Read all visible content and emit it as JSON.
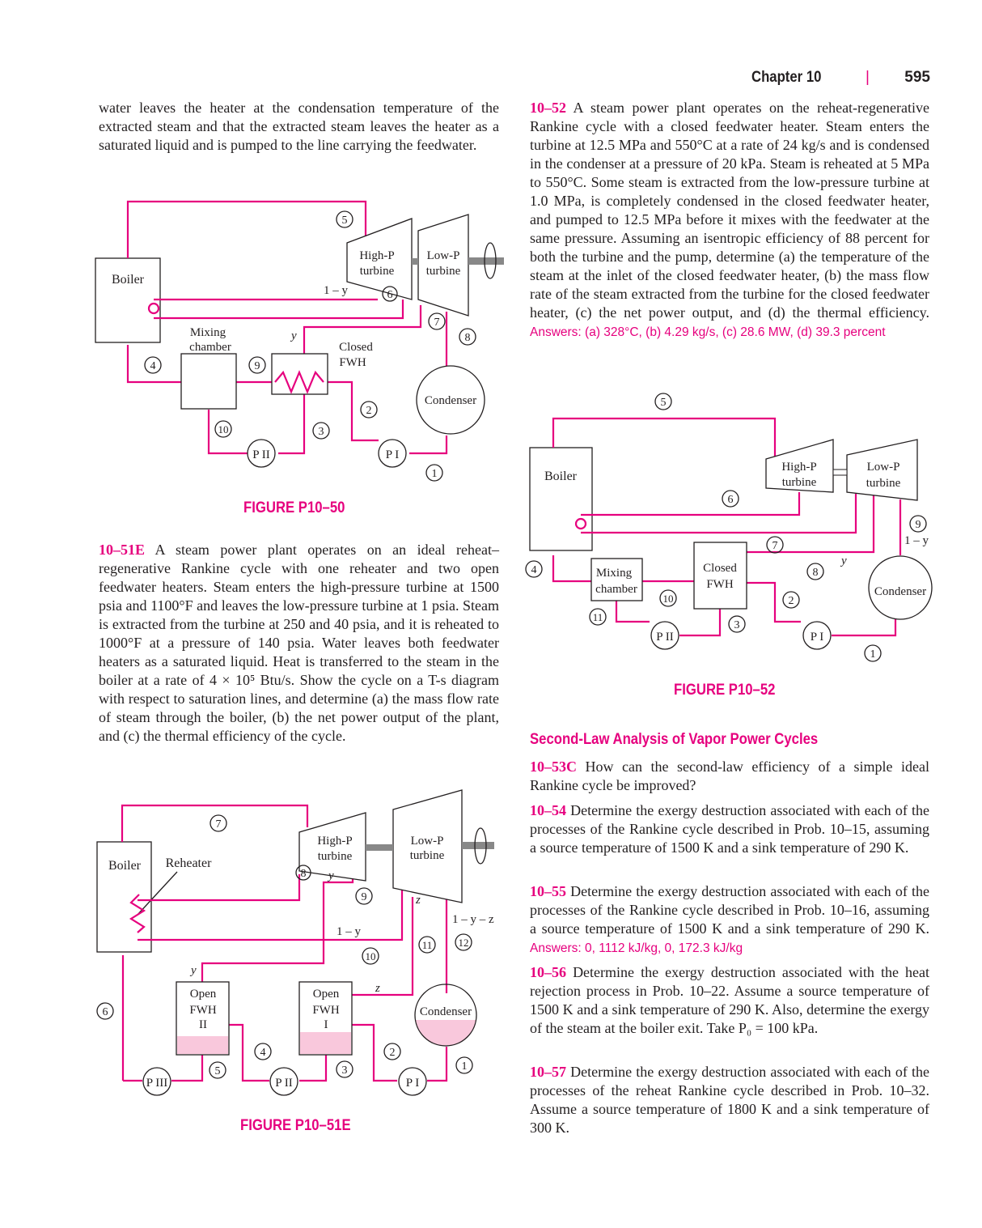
{
  "header": {
    "chapter": "Chapter 10",
    "separator": "|",
    "page": "595"
  },
  "left_intro": "water leaves the heater at the condensation temperature of the extracted steam and that the extracted steam leaves the heater as a saturated liquid and is pumped to the line carrying the feedwater.",
  "fig50": {
    "caption": "FIGURE P10–50",
    "labels": {
      "boiler": "Boiler",
      "hp1": "High-P",
      "hp2": "turbine",
      "lp1": "Low-P",
      "lp2": "turbine",
      "mix1": "Mixing",
      "mix2": "chamber",
      "fwh1": "Closed",
      "fwh2": "FWH",
      "condenser": "Condenser",
      "p1": "P I",
      "p2": "P II",
      "one_minus_y": "1 – y",
      "y": "y"
    },
    "states": [
      "1",
      "2",
      "3",
      "4",
      "5",
      "6",
      "7",
      "8",
      "9",
      "10"
    ]
  },
  "p51": {
    "num": "10–51E",
    "text": "A steam power plant operates on an ideal reheat–regenerative Rankine cycle with one reheater and two open feedwater heaters. Steam enters the high-pressure turbine at 1500 psia and 1100°F and leaves the low-pressure turbine at 1 psia. Steam is extracted from the turbine at 250 and 40 psia, and it is reheated to 1000°F at a pressure of 140 psia. Water leaves both feedwater heaters as a saturated liquid. Heat is transferred to the steam in the boiler at a rate of 4 × 10⁵ Btu/s. Show the cycle on a T-s diagram with respect to saturation lines, and determine (a) the mass flow rate of steam through the boiler, (b) the net power output of the plant, and (c) the thermal efficiency of the cycle."
  },
  "fig51": {
    "caption": "FIGURE P10–51E",
    "labels": {
      "boiler": "Boiler",
      "reheater": "Reheater",
      "hp1": "High-P",
      "hp2": "turbine",
      "lp1": "Low-P",
      "lp2": "turbine",
      "ofwh2a": "Open",
      "ofwh2b": "FWH",
      "ofwh2c": "II",
      "ofwh1a": "Open",
      "ofwh1b": "FWH",
      "ofwh1c": "I",
      "condenser": "Condenser",
      "p1": "P I",
      "p2": "P II",
      "p3": "P III",
      "y": "y",
      "z": "z",
      "one_minus_y": "1 – y",
      "one_minus_y_z": "1 – y – z"
    },
    "states": [
      "1",
      "2",
      "3",
      "4",
      "5",
      "6",
      "7",
      "8",
      "9",
      "10",
      "11",
      "12"
    ]
  },
  "p52": {
    "num": "10–52",
    "text": "A steam power plant operates on the reheat-regenerative Rankine cycle with a closed feedwater heater. Steam enters the turbine at 12.5 MPa and 550°C at a rate of 24 kg/s and is condensed in the condenser at a pressure of 20 kPa. Steam is reheated at 5 MPa to 550°C. Some steam is extracted from the low-pressure turbine at 1.0 MPa, is completely condensed in the closed feedwater heater, and pumped to 12.5 MPa before it mixes with the feedwater at the same pressure. Assuming an isentropic efficiency of 88 percent for both the turbine and the pump, determine (a) the temperature of the steam at the inlet of the closed feedwater heater, (b) the mass flow rate of the steam extracted from the turbine for the closed feedwater heater, (c) the net power output, and (d) the thermal efficiency.",
    "answers": "Answers: (a) 328°C, (b) 4.29 kg/s, (c) 28.6 MW, (d) 39.3 percent"
  },
  "fig52": {
    "caption": "FIGURE P10–52",
    "labels": {
      "boiler": "Boiler",
      "hp1": "High-P",
      "hp2": "turbine",
      "lp1": "Low-P",
      "lp2": "turbine",
      "mix1": "Mixing",
      "mix2": "chamber",
      "fwh1": "Closed",
      "fwh2": "FWH",
      "condenser": "Condenser",
      "p1": "P I",
      "p2": "P II",
      "one_minus_y": "1 – y",
      "y": "y"
    },
    "states": [
      "1",
      "2",
      "3",
      "4",
      "5",
      "6",
      "7",
      "8",
      "9",
      "10",
      "11"
    ]
  },
  "section_title": "Second-Law Analysis of Vapor Power Cycles",
  "p53": {
    "num": "10–53C",
    "text": "How can the second-law efficiency of a simple ideal Rankine cycle be improved?"
  },
  "p54": {
    "num": "10–54",
    "text": "Determine the exergy destruction associated with each of the processes of the Rankine cycle described in Prob. 10–15, assuming a source temperature of 1500 K and a sink temperature of 290 K."
  },
  "p55": {
    "num": "10–55",
    "text": "Determine the exergy destruction associated with each of the processes of the Rankine cycle described in Prob. 10–16, assuming a source temperature of 1500 K and a sink temperature of 290 K.",
    "answers": "Answers: 0, 1112 kJ/kg, 0, 172.3 kJ/kg"
  },
  "p56": {
    "num": "10–56",
    "text": "Determine the exergy destruction associated with the heat rejection process in Prob. 10–22. Assume a source temperature of 1500 K and a sink temperature of 290 K. Also, determine the exergy of the steam at the boiler exit. Take P₀ = 100 kPa."
  },
  "p57": {
    "num": "10–57",
    "text": "Determine the exergy destruction associated with each of the processes of the reheat Rankine cycle described in Prob. 10–32. Assume a source temperature of 1800 K and a sink temperature of 300 K."
  }
}
